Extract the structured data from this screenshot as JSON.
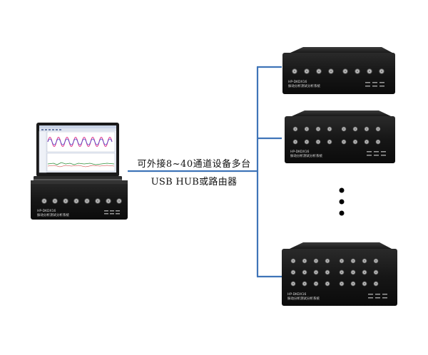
{
  "diagram": {
    "connection_label_line1": "可外接8~40通道设备多台",
    "connection_label_line2": "USB HUB或路由器",
    "device_model": "HP-DKDX16",
    "device_name": "振动分析测试分析系统",
    "colors": {
      "connector_line": "#3f74b8",
      "device_body": "#1c1c1c",
      "device_shadow": "#0a0a0a",
      "ellipsis_dots": "#000000"
    }
  }
}
